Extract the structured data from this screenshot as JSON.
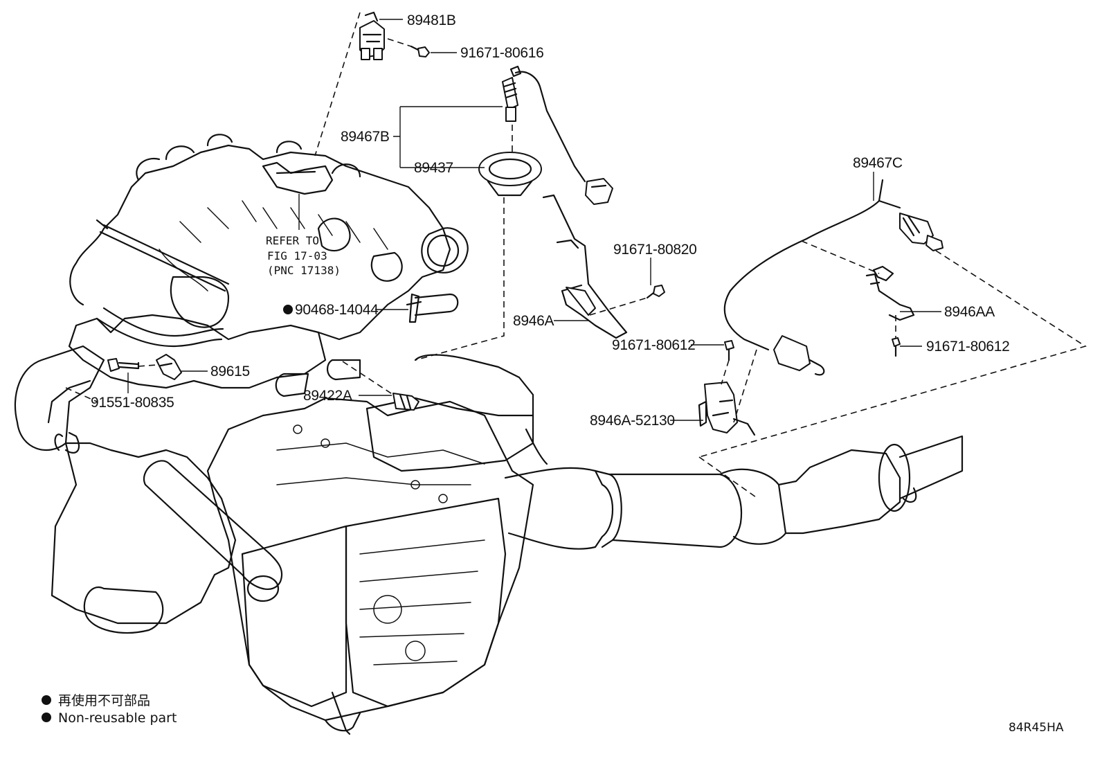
{
  "parts": {
    "p89481B": "89481B",
    "p91671_80616": "91671-80616",
    "p89467B": "89467B",
    "p89437": "89437",
    "p89467C": "89467C",
    "p91671_80820": "91671-80820",
    "p8946A": "8946A",
    "p8946AA": "8946AA",
    "p91671_80612_a": "91671-80612",
    "p91671_80612_b": "91671-80612",
    "p8946A_52130": "8946A-52130",
    "p90468_14044": "90468-14044",
    "p89615": "89615",
    "p91551_80835": "91551-80835",
    "p89422A": "89422A"
  },
  "reference": {
    "line1": "REFER TO",
    "line2": "FIG 17-03",
    "line3": "(PNC 17138)"
  },
  "legend": {
    "jp": "再使用不可部品",
    "en": "Non-reusable part"
  },
  "illustration_code": "84R45HA"
}
